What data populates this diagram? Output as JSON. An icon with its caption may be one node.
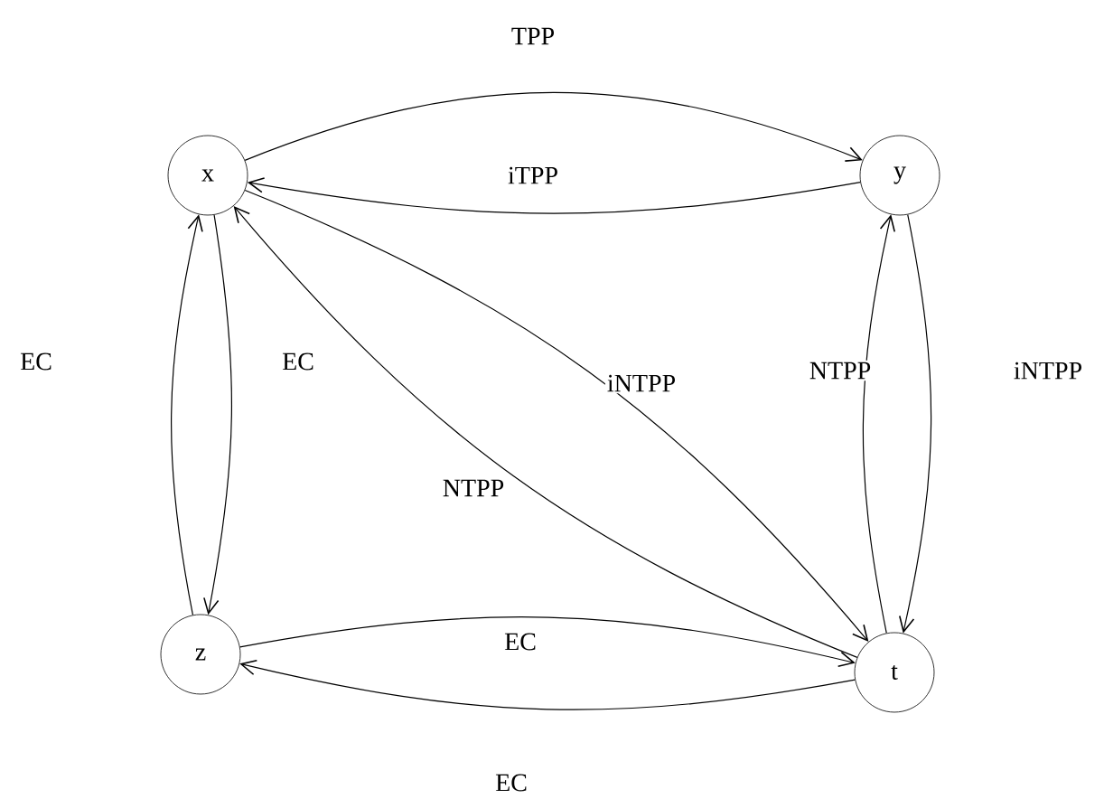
{
  "diagram": {
    "nodes": [
      {
        "text": [
          "x"
        ]
      },
      {
        "text": [
          "y"
        ]
      },
      {
        "text": [
          "z"
        ]
      },
      {
        "text": [
          "t"
        ]
      }
    ],
    "edges": [
      {
        "from": 0,
        "to": 1,
        "arrow": "to",
        "label": "TPP"
      },
      {
        "from": 1,
        "to": 0,
        "arrow": "to",
        "label": "iTPP"
      },
      {
        "from": 0,
        "to": 3,
        "arrow": "to",
        "label": "iNTPP"
      },
      {
        "from": 3,
        "to": 0,
        "arrow": "to",
        "label": "NTPP"
      },
      {
        "from": 3,
        "to": 1,
        "arrow": "to",
        "label": "NTPP"
      },
      {
        "from": 1,
        "to": 3,
        "arrow": "to",
        "label": "iNTPP"
      },
      {
        "from": 0,
        "to": 2,
        "arrow": "to",
        "label": "EC"
      },
      {
        "from": 2,
        "to": 0,
        "arrow": "to",
        "label": "EC"
      },
      {
        "from": 2,
        "to": 3,
        "arrow": "to",
        "label": "EC"
      },
      {
        "from": 3,
        "to": 2,
        "arrow": "to",
        "label": "EC"
      }
    ]
  }
}
